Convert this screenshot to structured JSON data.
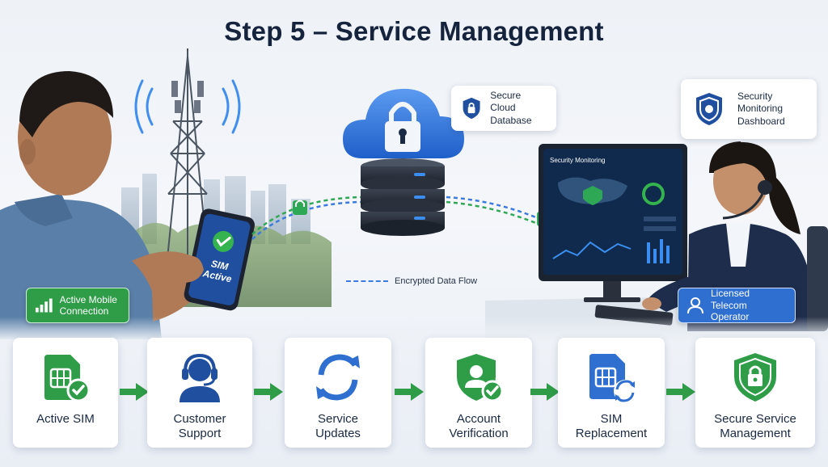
{
  "title": "Step 5 – Service Management",
  "cards": {
    "cloud_db": "Secure Cloud Database",
    "security_dashboard": "Security Monitoring Dashboard"
  },
  "phone": {
    "line1": "SIM",
    "line2": "Active"
  },
  "monitor": {
    "header": "Security Monitoring"
  },
  "badges": {
    "mobile": "Active Mobile Connection",
    "operator": "Licensed Telecom Operator"
  },
  "flow_label": "Encrypted Data Flow",
  "steps": [
    {
      "label": "Active SIM",
      "icon": "sim-check-icon"
    },
    {
      "label": "Customer Support",
      "icon": "headset-agent-icon"
    },
    {
      "label": "Service Updates",
      "icon": "refresh-icon"
    },
    {
      "label": "Account Verification",
      "icon": "shield-user-check-icon"
    },
    {
      "label": "SIM Replacement",
      "icon": "sim-swap-icon"
    },
    {
      "label": "Secure Service Management",
      "icon": "shield-lock-icon"
    }
  ],
  "colors": {
    "green": "#2f9d48",
    "blue": "#2f6fd0",
    "navy": "#15233d"
  }
}
